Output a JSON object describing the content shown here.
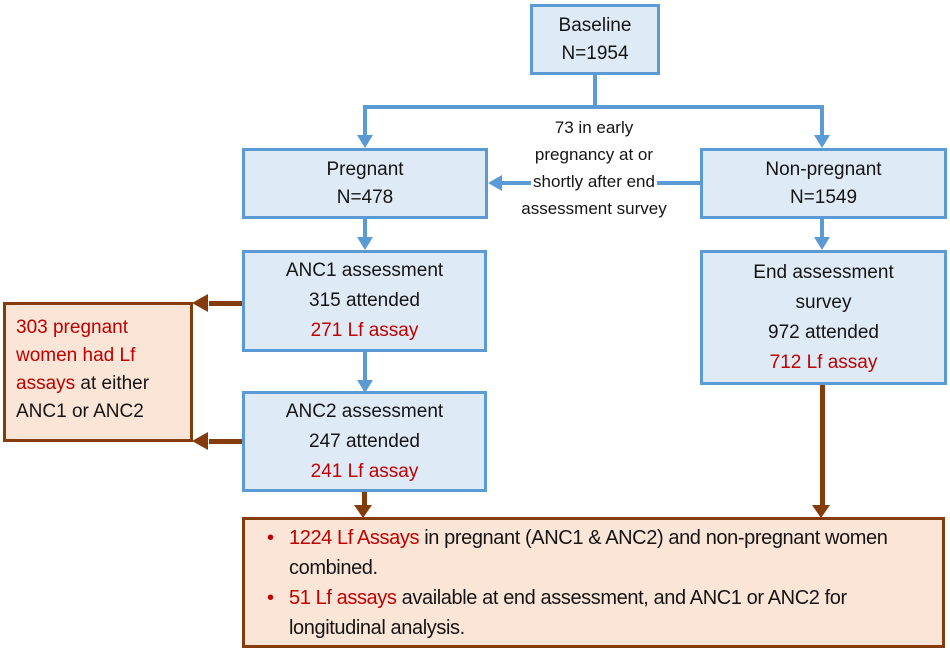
{
  "boxes": {
    "baseline": {
      "label": "Baseline",
      "n": "N=1954"
    },
    "pregnant": {
      "label": "Pregnant",
      "n": "N=478"
    },
    "non_pregnant": {
      "label": "Non-pregnant",
      "n": "N=1549"
    },
    "anc1": {
      "title": "ANC1 assessment",
      "attended": "315 attended",
      "assay": "271 Lf assay"
    },
    "anc2": {
      "title": "ANC2 assessment",
      "attended": "247 attended",
      "assay": "241 Lf assay"
    },
    "end_assessment": {
      "title_line1": "End assessment",
      "title_line2": "survey",
      "attended": "972 attended",
      "assay": "712 Lf assay"
    }
  },
  "edge_label": {
    "lines": [
      "73 in early",
      "pregnancy at or",
      "shortly after end",
      "assessment survey"
    ]
  },
  "side_note": {
    "highlight": "303 pregnant women had Lf assays",
    "rest": " at either ANC1 or ANC2"
  },
  "summary": {
    "bullet_char": "•",
    "items": [
      {
        "highlight": "1224 Lf Assays",
        "rest": " in pregnant (ANC1 & ANC2) and non-pregnant women combined."
      },
      {
        "highlight": "51 Lf assays",
        "rest": " available at end assessment, and ANC1 or ANC2 for longitudinal analysis."
      }
    ]
  },
  "colors": {
    "blue_border": "#5b9bd5",
    "blue_fill": "#deebf7",
    "brown": "#843c0c",
    "peach_fill": "#fbe5d6",
    "red_text": "#c00000"
  }
}
